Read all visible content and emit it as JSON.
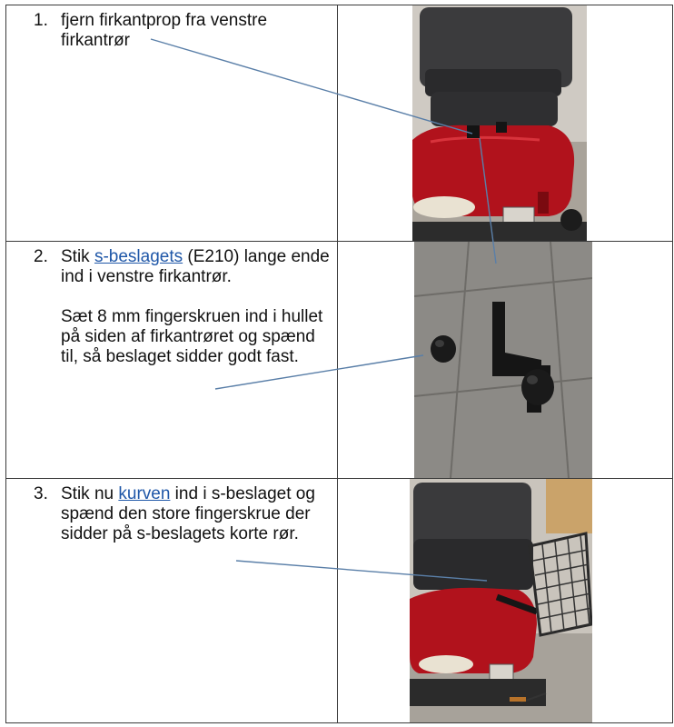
{
  "steps": [
    {
      "number": "1.",
      "paragraphs": [
        {
          "text": "fjern firkantprop fra venstre firkantrør"
        }
      ],
      "photo": "scooter-seat-rear-photo"
    },
    {
      "number": "2.",
      "paragraphs": [
        {
          "before": "Stik ",
          "link": "s-beslagets",
          "after": " (E210) lange ende ind i venstre firkantrør."
        },
        {
          "text": "Sæt 8 mm fingerskruen ind i hullet på siden af firkantrøret og spænd til, så beslaget sidder godt fast."
        }
      ],
      "photo": "s-bracket-and-knob-photo"
    },
    {
      "number": "3.",
      "paragraphs": [
        {
          "before": "Stik nu ",
          "link": "kurven",
          "after": " ind i s-beslaget og spænd den store fingerskrue der sidder på s-beslagets korte rør."
        }
      ],
      "photo": "scooter-with-basket-photo"
    }
  ],
  "colors": {
    "link": "#1f57a8",
    "border": "#3a3a3a",
    "callout_line": "#5a7fa8",
    "scooter_red": "#b1121c"
  }
}
